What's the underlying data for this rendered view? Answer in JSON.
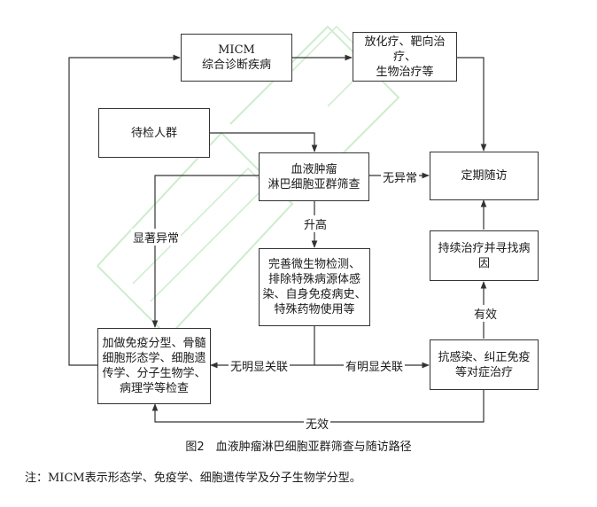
{
  "watermark_color": "#c7ebc7",
  "nodes": {
    "micm": {
      "line1": "MICM",
      "line2": "综合诊断疾病"
    },
    "therapy": {
      "line1": "放化疗、靶向治疗、",
      "line2": "生物治疗等"
    },
    "candidates": {
      "text": "待检人群"
    },
    "screening": {
      "line1": "血液肿瘤",
      "line2": "淋巴细胞亚群筛查"
    },
    "followup": {
      "text": "定期随访"
    },
    "workup": {
      "line1": "完善微生物检测、",
      "line2": "排除特殊病源体感",
      "line3": "染、自身免疫病史、",
      "line4": "特殊药物使用等"
    },
    "continue": {
      "line1": "持续治疗并寻找病",
      "line2": "因"
    },
    "extended": {
      "line1": "加做免疫分型、骨髓",
      "line2": "细胞形态学、细胞遗",
      "line3": "传学、分子生物学、",
      "line4": "病理学等检查"
    },
    "anti": {
      "line1": "抗感染、纠正免疫",
      "line2": "等对症治疗"
    }
  },
  "edge_labels": {
    "no_abnormal": "无异常",
    "significant_abnormal": "显著异常",
    "elevated": "升高",
    "no_relation": "无明显关联",
    "relation": "有明显关联",
    "effective": "有效",
    "ineffective": "无效"
  },
  "caption": "图2　血液肿瘤淋巴细胞亚群筛查与随访路径",
  "note": "注：MICM表示形态学、免疫学、细胞遗传学及分子生物学分型。"
}
